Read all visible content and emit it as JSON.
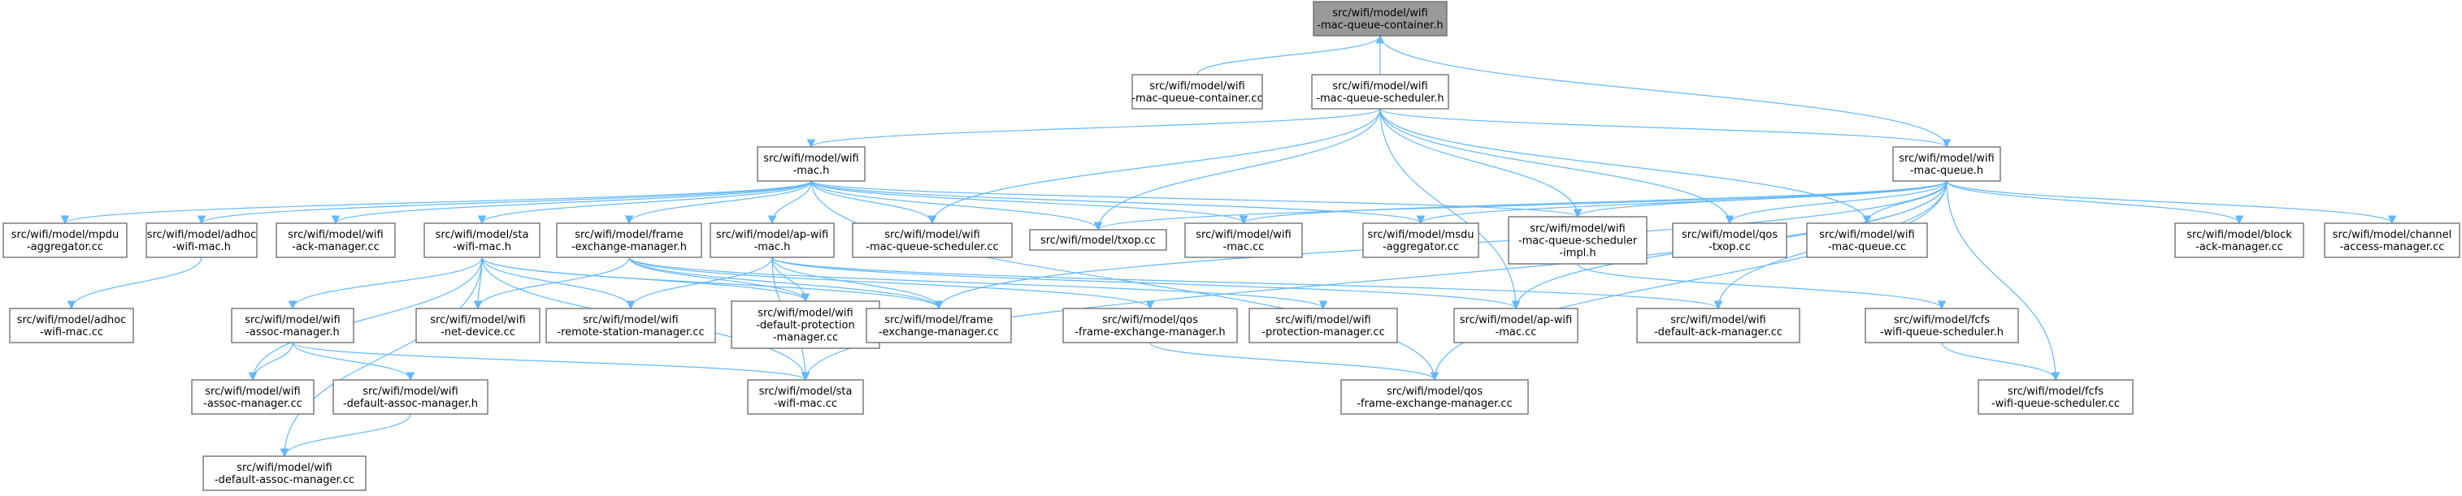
{
  "graph": {
    "root": "n_root",
    "nodes": [
      {
        "id": "n_root",
        "lines": [
          "src/wifi/model/wifi",
          "-mac-queue-container.h"
        ]
      },
      {
        "id": "n_mqc_cc",
        "lines": [
          "src/wifi/model/wifi",
          "-mac-queue-container.cc"
        ]
      },
      {
        "id": "n_mqs_h",
        "lines": [
          "src/wifi/model/wifi",
          "-mac-queue-scheduler.h"
        ]
      },
      {
        "id": "n_mq_h",
        "lines": [
          "src/wifi/model/wifi",
          "-mac-queue.h"
        ]
      },
      {
        "id": "n_wifimac_h",
        "lines": [
          "src/wifi/model/wifi",
          "-mac.h"
        ]
      },
      {
        "id": "n_mpdu_agg",
        "lines": [
          "src/wifi/model/mpdu",
          "-aggregator.cc"
        ]
      },
      {
        "id": "n_adhoc_h",
        "lines": [
          "src/wifi/model/adhoc",
          "-wifi-mac.h"
        ]
      },
      {
        "id": "n_ackmgr",
        "lines": [
          "src/wifi/model/wifi",
          "-ack-manager.cc"
        ]
      },
      {
        "id": "n_sta_h",
        "lines": [
          "src/wifi/model/sta",
          "-wifi-mac.h"
        ]
      },
      {
        "id": "n_fem_h",
        "lines": [
          "src/wifi/model/frame",
          "-exchange-manager.h"
        ]
      },
      {
        "id": "n_ap_h",
        "lines": [
          "src/wifi/model/ap-wifi",
          "-mac.h"
        ]
      },
      {
        "id": "n_mqs_cc",
        "lines": [
          "src/wifi/model/wifi",
          "-mac-queue-scheduler.cc"
        ]
      },
      {
        "id": "n_txop",
        "lines": [
          "src/wifi/model/txop.cc"
        ]
      },
      {
        "id": "n_wifimac_cc",
        "lines": [
          "src/wifi/model/wifi",
          "-mac.cc"
        ]
      },
      {
        "id": "n_msdu",
        "lines": [
          "src/wifi/model/msdu",
          "-aggregator.cc"
        ]
      },
      {
        "id": "n_mqsi_h",
        "lines": [
          "src/wifi/model/wifi",
          "-mac-queue-scheduler",
          "-impl.h"
        ]
      },
      {
        "id": "n_qostxop",
        "lines": [
          "src/wifi/model/qos",
          "-txop.cc"
        ]
      },
      {
        "id": "n_mq_cc",
        "lines": [
          "src/wifi/model/wifi",
          "-mac-queue.cc"
        ]
      },
      {
        "id": "n_block",
        "lines": [
          "src/wifi/model/block",
          "-ack-manager.cc"
        ]
      },
      {
        "id": "n_channel",
        "lines": [
          "src/wifi/model/channel",
          "-access-manager.cc"
        ]
      },
      {
        "id": "n_adhoc_cc",
        "lines": [
          "src/wifi/model/adhoc",
          "-wifi-mac.cc"
        ]
      },
      {
        "id": "n_assoc_h",
        "lines": [
          "src/wifi/model/wifi",
          "-assoc-manager.h"
        ]
      },
      {
        "id": "n_netdev",
        "lines": [
          "src/wifi/model/wifi",
          "-net-device.cc"
        ]
      },
      {
        "id": "n_rsm",
        "lines": [
          "src/wifi/model/wifi",
          "-remote-station-manager.cc"
        ]
      },
      {
        "id": "n_dpm",
        "lines": [
          "src/wifi/model/wifi",
          "-default-protection",
          "-manager.cc"
        ]
      },
      {
        "id": "n_fem_cc",
        "lines": [
          "src/wifi/model/frame",
          "-exchange-manager.cc"
        ]
      },
      {
        "id": "n_qosfem_h",
        "lines": [
          "src/wifi/model/qos",
          "-frame-exchange-manager.h"
        ]
      },
      {
        "id": "n_prot",
        "lines": [
          "src/wifi/model/wifi",
          "-protection-manager.cc"
        ]
      },
      {
        "id": "n_ap_cc",
        "lines": [
          "src/wifi/model/ap-wifi",
          "-mac.cc"
        ]
      },
      {
        "id": "n_dam",
        "lines": [
          "src/wifi/model/wifi",
          "-default-ack-manager.cc"
        ]
      },
      {
        "id": "n_fcfs_h",
        "lines": [
          "src/wifi/model/fcfs",
          "-wifi-queue-scheduler.h"
        ]
      },
      {
        "id": "n_assoc_cc",
        "lines": [
          "src/wifi/model/wifi",
          "-assoc-manager.cc"
        ]
      },
      {
        "id": "n_dassoc_h",
        "lines": [
          "src/wifi/model/wifi",
          "-default-assoc-manager.h"
        ]
      },
      {
        "id": "n_sta_cc",
        "lines": [
          "src/wifi/model/sta",
          "-wifi-mac.cc"
        ]
      },
      {
        "id": "n_qosfem_cc",
        "lines": [
          "src/wifi/model/qos",
          "-frame-exchange-manager.cc"
        ]
      },
      {
        "id": "n_fcfs_cc",
        "lines": [
          "src/wifi/model/fcfs",
          "-wifi-queue-scheduler.cc"
        ]
      },
      {
        "id": "n_dassoc_cc",
        "lines": [
          "src/wifi/model/wifi",
          "-default-assoc-manager.cc"
        ]
      }
    ],
    "edges": [
      [
        "n_mqc_cc",
        "n_root"
      ],
      [
        "n_mqs_h",
        "n_root"
      ],
      [
        "n_mq_h",
        "n_root"
      ],
      [
        "n_mqs_h",
        "n_wifimac_h"
      ],
      [
        "n_mqs_h",
        "n_mq_h"
      ],
      [
        "n_mqs_h",
        "n_mqs_cc"
      ],
      [
        "n_mqs_h",
        "n_txop"
      ],
      [
        "n_mqs_h",
        "n_mqsi_h"
      ],
      [
        "n_mqs_h",
        "n_qostxop"
      ],
      [
        "n_mqs_h",
        "n_mq_cc"
      ],
      [
        "n_mqs_h",
        "n_ap_cc"
      ],
      [
        "n_wifimac_h",
        "n_mpdu_agg"
      ],
      [
        "n_wifimac_h",
        "n_adhoc_h"
      ],
      [
        "n_wifimac_h",
        "n_ackmgr"
      ],
      [
        "n_wifimac_h",
        "n_sta_h"
      ],
      [
        "n_wifimac_h",
        "n_fem_h"
      ],
      [
        "n_wifimac_h",
        "n_ap_h"
      ],
      [
        "n_wifimac_h",
        "n_mqs_cc"
      ],
      [
        "n_wifimac_h",
        "n_txop"
      ],
      [
        "n_wifimac_h",
        "n_wifimac_cc"
      ],
      [
        "n_wifimac_h",
        "n_msdu"
      ],
      [
        "n_wifimac_h",
        "n_mqsi_h"
      ],
      [
        "n_wifimac_h",
        "n_qosfem_cc"
      ],
      [
        "n_mq_h",
        "n_txop"
      ],
      [
        "n_mq_h",
        "n_wifimac_cc"
      ],
      [
        "n_mq_h",
        "n_msdu"
      ],
      [
        "n_mq_h",
        "n_mqsi_h"
      ],
      [
        "n_mq_h",
        "n_qostxop"
      ],
      [
        "n_mq_h",
        "n_mq_cc"
      ],
      [
        "n_mq_h",
        "n_block"
      ],
      [
        "n_mq_h",
        "n_channel"
      ],
      [
        "n_mq_h",
        "n_fem_cc"
      ],
      [
        "n_mq_h",
        "n_ap_cc"
      ],
      [
        "n_mq_h",
        "n_dam"
      ],
      [
        "n_mq_h",
        "n_sta_cc"
      ],
      [
        "n_mq_h",
        "n_qosfem_cc"
      ],
      [
        "n_mq_h",
        "n_fcfs_cc"
      ],
      [
        "n_adhoc_h",
        "n_adhoc_cc"
      ],
      [
        "n_sta_h",
        "n_assoc_h"
      ],
      [
        "n_sta_h",
        "n_netdev"
      ],
      [
        "n_sta_h",
        "n_rsm"
      ],
      [
        "n_sta_h",
        "n_dpm"
      ],
      [
        "n_sta_h",
        "n_fem_cc"
      ],
      [
        "n_sta_h",
        "n_assoc_cc"
      ],
      [
        "n_sta_h",
        "n_sta_cc"
      ],
      [
        "n_sta_h",
        "n_dassoc_cc"
      ],
      [
        "n_fem_h",
        "n_netdev"
      ],
      [
        "n_fem_h",
        "n_dpm"
      ],
      [
        "n_fem_h",
        "n_fem_cc"
      ],
      [
        "n_fem_h",
        "n_qosfem_h"
      ],
      [
        "n_fem_h",
        "n_prot"
      ],
      [
        "n_ap_h",
        "n_rsm"
      ],
      [
        "n_ap_h",
        "n_dpm"
      ],
      [
        "n_ap_h",
        "n_fem_cc"
      ],
      [
        "n_ap_h",
        "n_ap_cc"
      ],
      [
        "n_ap_h",
        "n_dam"
      ],
      [
        "n_ap_h",
        "n_sta_cc"
      ],
      [
        "n_mqsi_h",
        "n_fcfs_h"
      ],
      [
        "n_assoc_h",
        "n_assoc_cc"
      ],
      [
        "n_assoc_h",
        "n_dassoc_h"
      ],
      [
        "n_assoc_h",
        "n_sta_cc"
      ],
      [
        "n_qosfem_h",
        "n_qosfem_cc"
      ],
      [
        "n_fcfs_h",
        "n_fcfs_cc"
      ],
      [
        "n_dassoc_h",
        "n_dassoc_cc"
      ]
    ]
  },
  "colors": {
    "edge": "#63b8ff",
    "node_border": "#666666",
    "node_fill": "#ffffff",
    "root_fill": "#999999",
    "text": "#000000"
  }
}
